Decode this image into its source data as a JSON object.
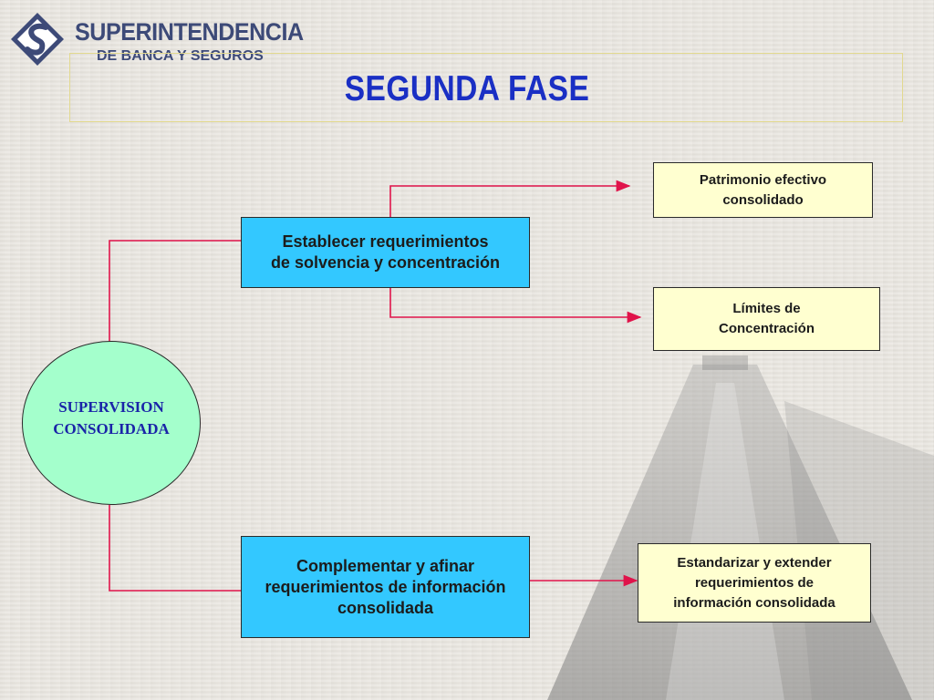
{
  "header": {
    "logo_name": "SUPERINTENDENCIA",
    "logo_sub": "DE BANCA Y SEGUROS",
    "title": "SEGUNDA FASE"
  },
  "diagram": {
    "root": {
      "label": "SUPERVISION\nCONSOLIDADA"
    },
    "branches": [
      {
        "label": "Establecer requerimientos\nde solvencia y concentración",
        "outcomes": [
          "Patrimonio efectivo\n           consolidado",
          "Límites de\nConcentración"
        ]
      },
      {
        "label": "Complementar y afinar\nrequerimientos de información\nconsolidada",
        "outcomes": [
          "Estandarizar y extender\n      requerimientos de\n      información consolidada"
        ]
      }
    ]
  },
  "colors": {
    "title": "#1a2fc4",
    "connector": "#e0134a",
    "branch_fill": "#33c8ff",
    "outcome_fill": "#ffffd0",
    "root_fill": "#a4ffcc",
    "root_text": "#1a24a8",
    "logo": "#3d4a78"
  }
}
